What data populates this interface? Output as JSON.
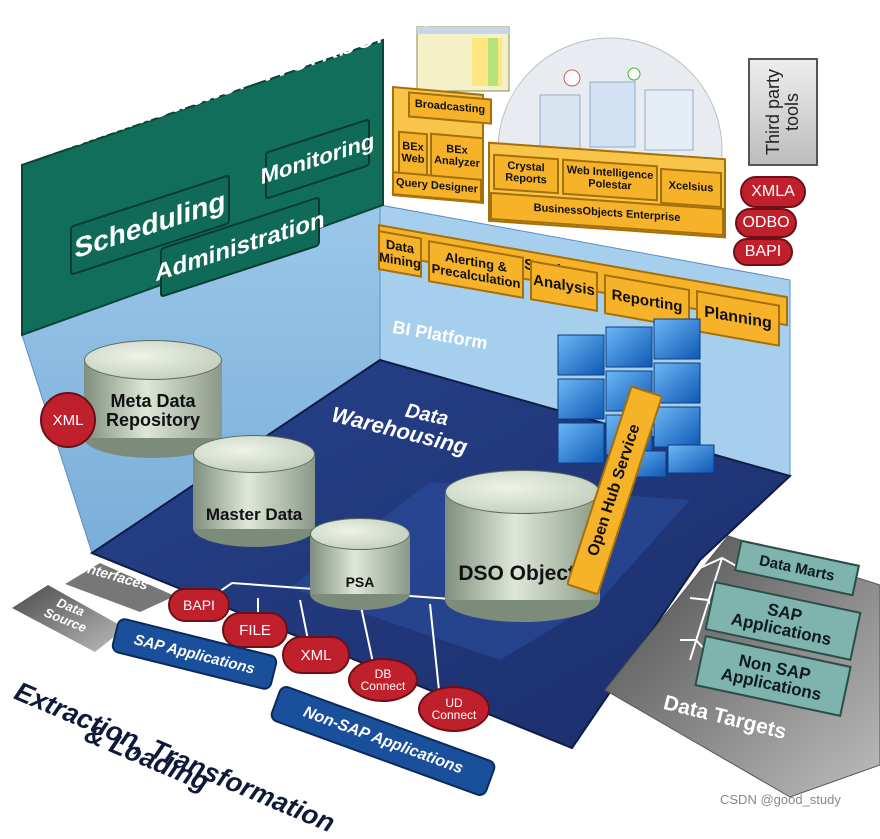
{
  "workbench": {
    "title": "Administrator Workbench",
    "scheduling": "Scheduling",
    "monitoring": "Monitoring",
    "administration": "Administration"
  },
  "metadata": {
    "xml": "XML",
    "repository": "Meta Data Repository"
  },
  "cylinders": {
    "master_data": "Master Data",
    "psa": "PSA",
    "dso": "DSO Objects"
  },
  "warehousing": {
    "line1": "Data",
    "line2": "Warehousing"
  },
  "bi_platform": "BI Platform",
  "bi_services": {
    "title": "BI Services",
    "items": [
      "Data Mining",
      "Alerting & Precalculation",
      "Analysis",
      "Reporting",
      "Planning"
    ]
  },
  "bex_tools": {
    "broadcasting": "Broadcasting",
    "bex_web": "BEx Web",
    "bex_analyzer": "BEx Analyzer",
    "query_designer": "Query Designer"
  },
  "bo_tools": {
    "crystal": "Crystal Reports",
    "webi": "Web Intelligence Polestar",
    "xcelsius": "Xcelsius",
    "enterprise": "BusinessObjects Enterprise"
  },
  "third_party": {
    "title": "Third party tools",
    "items": [
      "XMLA",
      "ODBO",
      "BAPI"
    ]
  },
  "open_hub": "Open Hub Service",
  "interfaces": {
    "label": "Interfaces",
    "items": [
      "BAPI",
      "FILE",
      "XML",
      "DB Connect",
      "UD Connect"
    ]
  },
  "data_source": {
    "label": "Data Source",
    "sap": "SAP Applications",
    "non_sap": "Non-SAP Applications"
  },
  "etl": {
    "line1": "Extraction, Transformation",
    "line2": "& Loading"
  },
  "data_targets": {
    "label": "Data Targets",
    "items": [
      "Data Marts",
      "SAP Applications",
      "Non SAP Applications"
    ]
  },
  "watermark": "CSDN @good_study"
}
